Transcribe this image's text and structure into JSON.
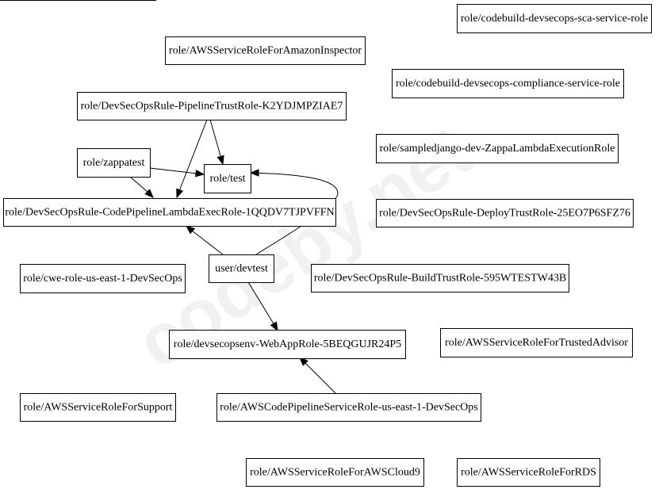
{
  "watermark": "codeby.net",
  "nodes": [
    {
      "id": "codebuild_sca",
      "label": "role/codebuild-devsecops-sca-service-role"
    },
    {
      "id": "aws_inspector",
      "label": "role/AWSServiceRoleForAmazonInspector"
    },
    {
      "id": "codebuild_compliance",
      "label": "role/codebuild-devsecops-compliance-service-role"
    },
    {
      "id": "pipeline_trust",
      "label": "role/DevSecOpsRule-PipelineTrustRole-K2YDJMPZIAE7"
    },
    {
      "id": "sampledjango",
      "label": "role/sampledjango-dev-ZappaLambdaExecutionRole"
    },
    {
      "id": "zappatest",
      "label": "role/zappatest"
    },
    {
      "id": "test",
      "label": "role/test"
    },
    {
      "id": "codepipeline_lambda",
      "label": "role/DevSecOpsRule-CodePipelineLambdaExecRole-1QQDV7TJPVFFN"
    },
    {
      "id": "deploy_trust",
      "label": "role/DevSecOpsRule-DeployTrustRole-25EO7P6SFZ76"
    },
    {
      "id": "cwe_role",
      "label": "role/cwe-role-us-east-1-DevSecOps"
    },
    {
      "id": "devtest",
      "label": "user/devtest"
    },
    {
      "id": "build_trust",
      "label": "role/DevSecOpsRule-BuildTrustRole-595WTESTW43B"
    },
    {
      "id": "webapp",
      "label": "role/devsecopsenv-WebAppRole-5BEQGUJR24P5"
    },
    {
      "id": "trusted_advisor",
      "label": "role/AWSServiceRoleForTrustedAdvisor"
    },
    {
      "id": "support",
      "label": "role/AWSServiceRoleForSupport"
    },
    {
      "id": "codepipeline_service",
      "label": "role/AWSCodePipelineServiceRole-us-east-1-DevSecOps"
    },
    {
      "id": "cloud9",
      "label": "role/AWSServiceRoleForAWSCloud9"
    },
    {
      "id": "rds",
      "label": "role/AWSServiceRoleForRDS"
    }
  ],
  "edges": [
    {
      "from": "pipeline_trust",
      "to": "codepipeline_lambda"
    },
    {
      "from": "pipeline_trust",
      "to": "test"
    },
    {
      "from": "zappatest",
      "to": "codepipeline_lambda"
    },
    {
      "from": "zappatest",
      "to": "test"
    },
    {
      "from": "devtest",
      "to": "codepipeline_lambda"
    },
    {
      "from": "devtest",
      "to": "test"
    },
    {
      "from": "devtest",
      "to": "webapp"
    },
    {
      "from": "codepipeline_service",
      "to": "webapp"
    }
  ]
}
